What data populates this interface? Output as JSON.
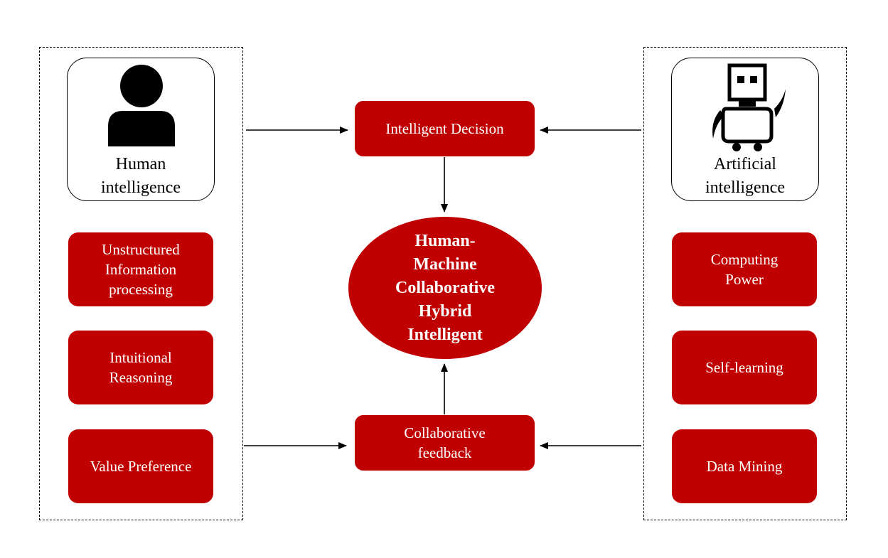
{
  "colors": {
    "accent": "#c00000",
    "line": "#000000",
    "background": "#ffffff"
  },
  "left_panel": {
    "icon": "person-icon",
    "title": "Human\nintelligence",
    "items": [
      "Unstructured\nInformation\nprocessing",
      "Intuitional\nReasoning",
      "Value Preference"
    ]
  },
  "right_panel": {
    "icon": "robot-icon",
    "title": "Artificial\nintelligence",
    "items": [
      "Computing\nPower",
      "Self-learning",
      "Data Mining"
    ]
  },
  "center": {
    "top_box": "Intelligent Decision",
    "core": "Human-\nMachine\nCollaborative\nHybrid\nIntelligent",
    "bottom_box": "Collaborative\nfeedback"
  }
}
